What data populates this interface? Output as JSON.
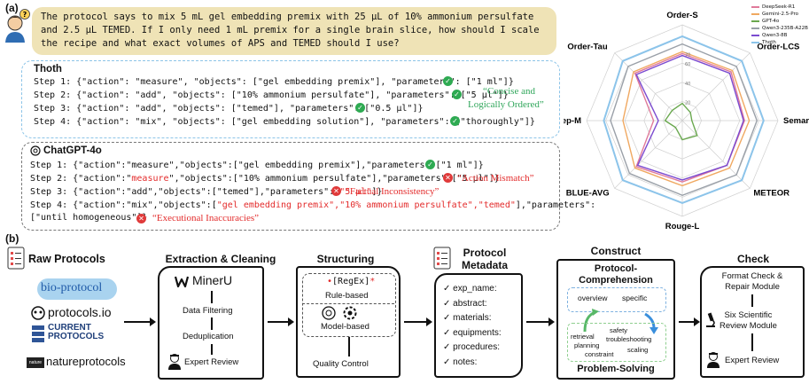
{
  "panel_a": {
    "label": "(a)",
    "query": "The protocol says to mix 5 mL gel embedding premix with 25 μL of 10% ammonium persulfate and 2.5 μL TEMED. If I only need 1 mL premix for a single brain slice, how should I scale the recipe and what exact volumes of APS and TEMED should I use?",
    "thoth": {
      "title": "Thoth",
      "steps": [
        "Step 1: {\"action\": \"measure\", \"objects\": [\"gel embedding premix\"], \"parameters\": [\"1 ml\"]}",
        "Step 2: {\"action\": \"add\", \"objects\": [\"10% ammonium persulfate\"], \"parameters\": [\"5 μl\"]}",
        "Step 3: {\"action\": \"add\", \"objects\": [\"temed\"], \"parameters\": [\"0.5 μl\"]}",
        "Step 4: {\"action\": \"mix\", \"objects\": [\"gel embedding solution\"], \"parameters\": [\"thoroughly\"]}"
      ],
      "annotation_line1": "“Concise and",
      "annotation_line2": "Logically Ordered”"
    },
    "gpt": {
      "title": "ChatGPT-4o",
      "step1": "Step 1: {\"action\":\"measure\",\"objects\":[\"gel embedding premix\"],\"parameters\":[\"1 ml\"]}",
      "step2_pre": "Step 2: {\"action\":\"",
      "step2_red": "measure",
      "step2_post": "\",\"objects\":[\"10% ammonium persulfate\"],\"parameters\":[\"5 μl\"]}",
      "step3_pre": "Step 3: {\"action\":\"add\",\"objects\":[\"temed\"],\"parameters\":[",
      "step3_red": "\"5 μl\"",
      "step3_post": "]}",
      "step4_pre": "Step 4: {\"action\":\"mix\",\"objects\":[",
      "step4_red": "\"gel embedding premix\",\"10% ammonium persulfate\",\"temed\"",
      "step4_post": "],\"parameters\":",
      "step4_line2": "[\"until homogeneous\"]}",
      "error_action": "“Action Mismatch”",
      "error_factual": "“Factual Inconsistency”",
      "error_exec": "“Executional Inaccuracies”"
    }
  },
  "radar": {
    "axes": [
      "Order-S",
      "Order-LCS",
      "Semantic-A",
      "METEOR",
      "Rouge-L",
      "BLUE-AVG",
      "Step-M",
      "Order-Tau"
    ],
    "tick_labels": [
      "20",
      "40",
      "60",
      "70"
    ],
    "legend": [
      {
        "name": "DeepSeek-R1",
        "color": "#e07a9a"
      },
      {
        "name": "Gemini-2.5-Pro",
        "color": "#f0a860"
      },
      {
        "name": "GPT-4o",
        "color": "#6aa84f"
      },
      {
        "name": "Qwen3-235B-A22B",
        "color": "#9aa0a8"
      },
      {
        "name": "Qwen3-8B",
        "color": "#7b4bd0"
      },
      {
        "name": "Thoth",
        "color": "#8cc4ea"
      }
    ],
    "series": [
      {
        "name": "Thoth",
        "values": [
          88,
          88,
          85,
          88,
          86,
          88,
          82,
          88
        ]
      },
      {
        "name": "Qwen3-235B-A22B",
        "values": [
          80,
          80,
          78,
          80,
          78,
          78,
          75,
          80
        ]
      },
      {
        "name": "Gemini-2.5-Pro",
        "values": [
          72,
          74,
          70,
          70,
          68,
          70,
          62,
          72
        ]
      },
      {
        "name": "DeepSeek-R1",
        "values": [
          70,
          72,
          65,
          66,
          64,
          68,
          30,
          70
        ]
      },
      {
        "name": "Qwen3-8B",
        "values": [
          68,
          70,
          64,
          66,
          62,
          66,
          25,
          68
        ]
      },
      {
        "name": "GPT-4o",
        "values": [
          18,
          12,
          10,
          22,
          20,
          10,
          18,
          15
        ]
      }
    ]
  },
  "panel_b": {
    "label": "(b)",
    "raw": {
      "title": "Raw Protocols",
      "sources": [
        "bio-protocol",
        "protocols.io",
        "CURRENT",
        "PROTOCOLS",
        "natureprotocols"
      ],
      "nature_badge": "nature"
    },
    "extraction": {
      "title": "Extraction & Cleaning",
      "tool": "MinerU",
      "steps": [
        "Data Filtering",
        "Deduplication",
        "Expert Review"
      ]
    },
    "structuring": {
      "title": "Structuring",
      "regex": "[RegEx]",
      "rule": "Rule-based",
      "model": "Model-based",
      "qc": "Quality Control"
    },
    "metadata": {
      "title_line1": "Protocol",
      "title_line2": "Metadata",
      "fields": [
        "exp_name:",
        "abstract:",
        "materials:",
        "equipments:",
        "procedures:",
        "notes:"
      ]
    },
    "construct": {
      "title": "Construct",
      "comp_line1": "Protocol-",
      "comp_line2": "Comprehension",
      "overview": "overview",
      "specific": "specific",
      "retrieval": "retrieval",
      "planning": "planning",
      "constraint": "constraint",
      "safety": "safety",
      "troubleshooting": "troubleshooting",
      "scaling": "scaling",
      "problem": "Problem-Solving"
    },
    "check": {
      "title": "Check",
      "step1_line1": "Format Check &",
      "step1_line2": "Repair Module",
      "step2_line1": "Six Scientific",
      "step2_line2": "Review Module",
      "step3": "Expert Review"
    }
  }
}
